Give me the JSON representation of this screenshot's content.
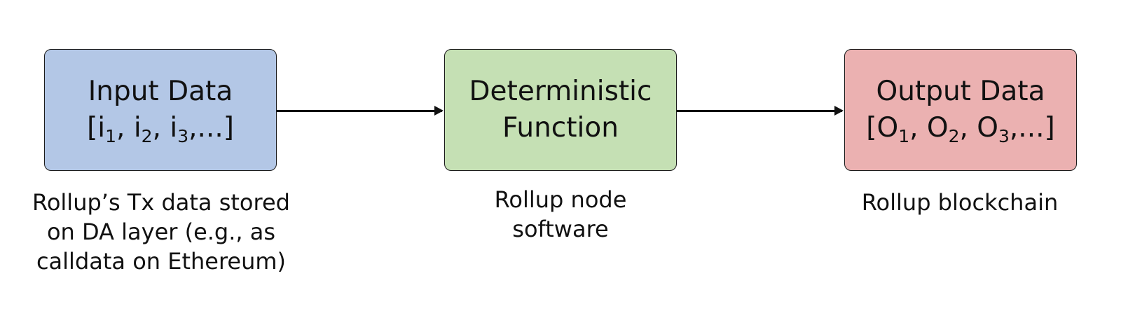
{
  "boxes": {
    "input": {
      "title": "Input Data",
      "list": {
        "open": "[",
        "item1": "i",
        "item2": "i",
        "item3": "i",
        "sub1": "1",
        "sub2": "2",
        "sub3": "3",
        "sep": ", ",
        "close": ",...]"
      },
      "color": "#b3c7e6"
    },
    "function": {
      "line1": "Deterministic",
      "line2": "Function",
      "color": "#c5e0b4"
    },
    "output": {
      "title": "Output Data",
      "list": {
        "open": "[",
        "item1": "O",
        "item2": "O",
        "item3": "O",
        "sub1": "1",
        "sub2": "2",
        "sub3": "3",
        "sep": ", ",
        "close": ",...]"
      },
      "color": "#ebb1b1"
    }
  },
  "captions": {
    "input": [
      "Rollup’s Tx data stored",
      "on DA layer (e.g., as",
      "calldata on Ethereum)"
    ],
    "function": [
      "Rollup node",
      "software"
    ],
    "output": [
      "Rollup blockchain"
    ]
  }
}
